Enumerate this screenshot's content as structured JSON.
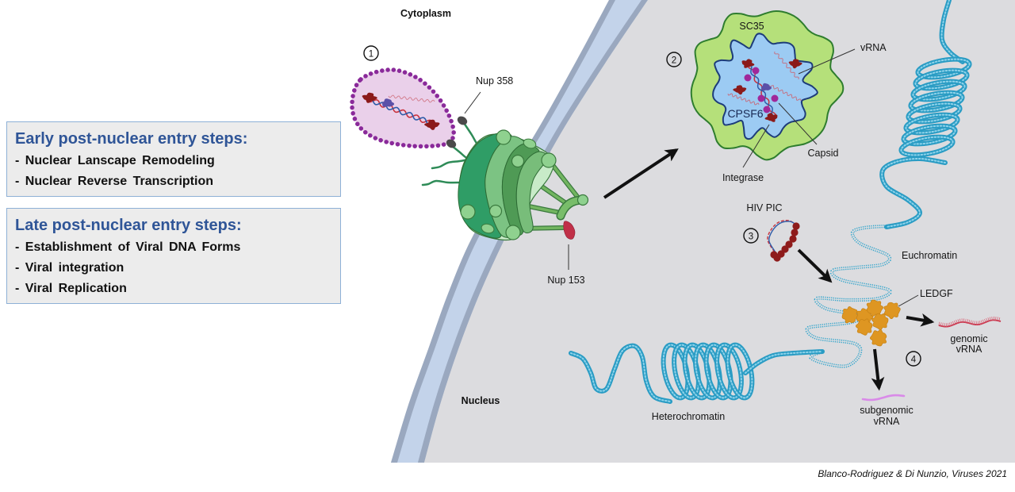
{
  "figure": {
    "labels": {
      "cytoplasm": "Cytoplasm",
      "nucleus": "Nucleus",
      "nup358": "Nup 358",
      "nup153": "Nup 153",
      "sc35": "SC35",
      "vrna": "vRNA",
      "cpsf6": "CPSF6",
      "capsid": "Capsid",
      "integrase": "Integrase",
      "hiv_pic": "HIV PIC",
      "euchromatin": "Euchromatin",
      "ledgf": "LEDGF",
      "genomic_vrna": [
        "genomic",
        "vRNA"
      ],
      "subgenomic_vrna": [
        "subgenomic",
        "vRNA"
      ],
      "heterochromatin": "Heterochromatin"
    },
    "steps": [
      "1",
      "2",
      "3",
      "4"
    ]
  },
  "boxes": [
    {
      "title": "Early post-nuclear entry steps:",
      "items": [
        "- Nuclear Lanscape Remodeling",
        "- Nuclear Reverse Transcription"
      ]
    },
    {
      "title": "Late post-nuclear entry steps:",
      "items": [
        "- Establishment of Viral DNA Forms",
        "- Viral integration",
        "- Viral Replication"
      ]
    }
  ],
  "citation": "Blanco-Rodriguez & Di Nunzio, Viruses 2021",
  "colors": {
    "accent_title": "#2f5597",
    "box_border": "#8eb0d6",
    "box_fill": "#ececec",
    "nucleus": "#dcdcdf",
    "chromatin": "#2a9cc4",
    "sc35": "#b5e07a",
    "cpsf6": "#9ccbf3",
    "ledgf": "#de9622"
  }
}
